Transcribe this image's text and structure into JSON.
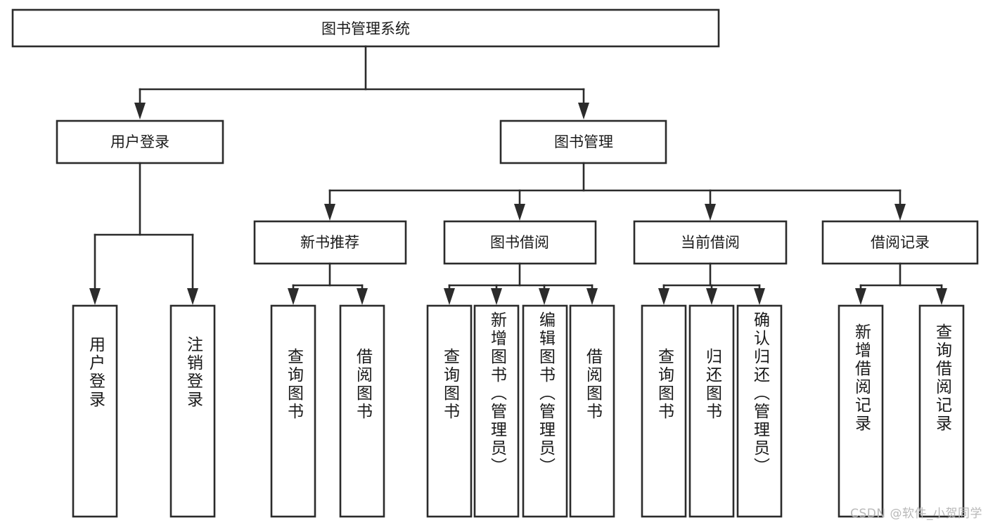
{
  "diagram": {
    "type": "tree-hierarchy-chart",
    "title": "图书管理系统",
    "watermark": "CSDN @软件_小贺同学",
    "colors": {
      "stroke": "#2b2b2b",
      "fill": "#ffffff",
      "text": "#1a1a1a",
      "watermark": "#b8b8b8"
    },
    "root": {
      "label": "图书管理系统"
    },
    "level2": [
      {
        "label": "用户登录"
      },
      {
        "label": "图书管理"
      }
    ],
    "level3": [
      {
        "label": "新书推荐"
      },
      {
        "label": "图书借阅"
      },
      {
        "label": "当前借阅"
      },
      {
        "label": "借阅记录"
      }
    ],
    "leaves": {
      "user_login": [
        {
          "label": "用户登录"
        },
        {
          "label": "注销登录"
        }
      ],
      "new_book_recommend": [
        {
          "label": "查询图书"
        },
        {
          "label": "借阅图书"
        }
      ],
      "book_borrow": [
        {
          "label": "查询图书"
        },
        {
          "label": "新增图书（管理员）"
        },
        {
          "label": "编辑图书（管理员）"
        },
        {
          "label": "借阅图书"
        }
      ],
      "current_borrow": [
        {
          "label": "查询图书"
        },
        {
          "label": "归还图书"
        },
        {
          "label": "确认归还（管理员）"
        }
      ],
      "borrow_record": [
        {
          "label": "新增借阅记录"
        },
        {
          "label": "查询借阅记录"
        }
      ]
    }
  }
}
